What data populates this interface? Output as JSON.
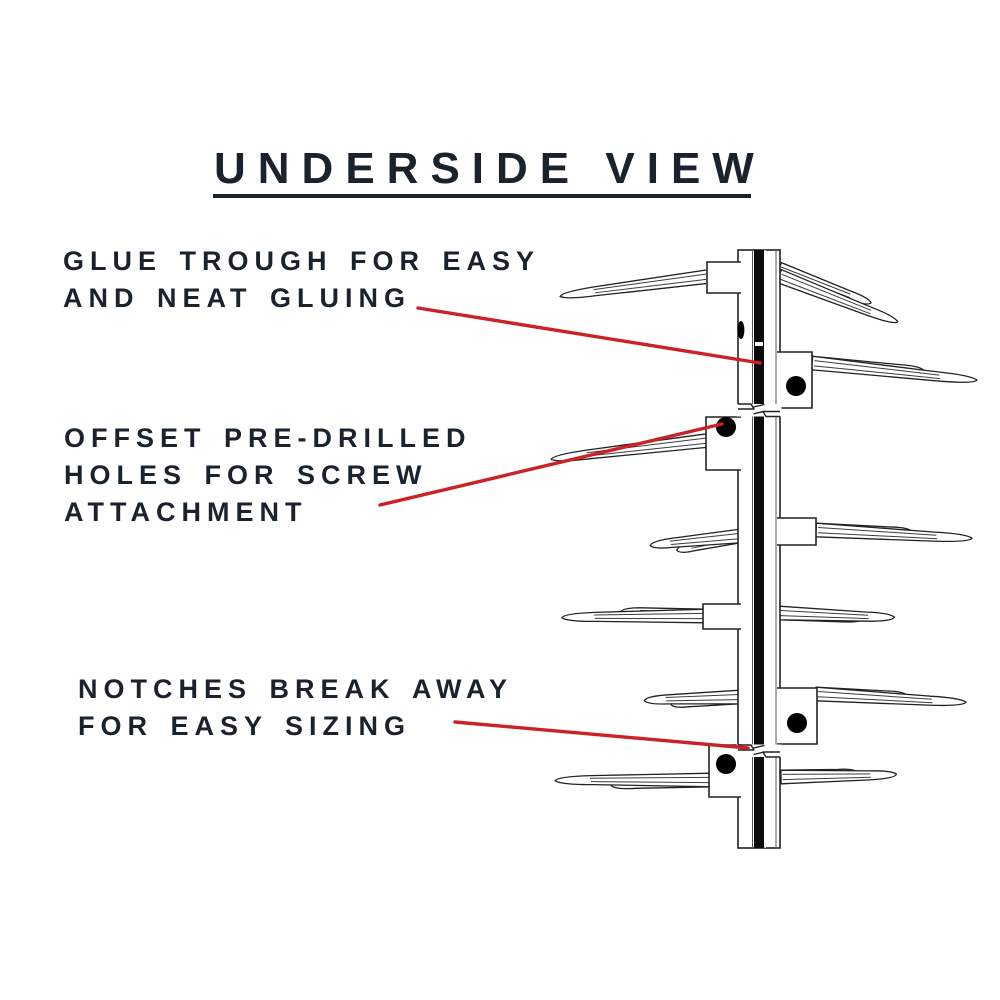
{
  "title": {
    "text": "UNDERSIDE VIEW"
  },
  "annotations": [
    {
      "id": "glue-trough",
      "lines": [
        "GLUE TROUGH FOR EASY",
        "AND NEAT GLUING"
      ]
    },
    {
      "id": "offset-holes",
      "lines": [
        "OFFSET PRE-DRILLED",
        "HOLES FOR SCREW",
        "ATTACHMENT"
      ]
    },
    {
      "id": "notches",
      "lines": [
        "NOTCHES BREAK AWAY",
        "FOR EASY SIZING"
      ]
    }
  ],
  "diagram": {
    "view": "underside",
    "features": {
      "glue_trough": "glue trough",
      "screw_holes": "offset pre-drilled screw holes",
      "notches": "break-away notches",
      "spike_rows": 6,
      "screw_hole_count": 4
    }
  },
  "colors": {
    "background": "#ffffff",
    "text": "#1a222e",
    "leader_line": "#cc2127",
    "outline": "#222222",
    "glue_trough": "#0b0b0b",
    "hole": "#000000"
  }
}
